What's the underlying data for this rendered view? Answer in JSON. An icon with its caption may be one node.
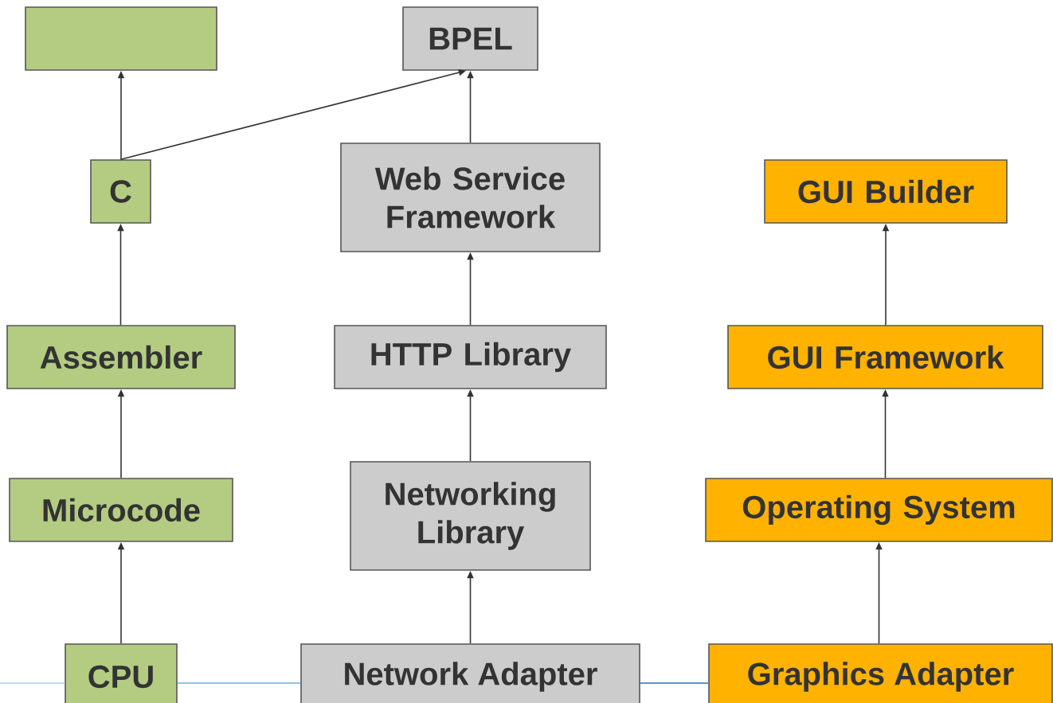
{
  "diagram": {
    "nodes": [
      {
        "text": [],
        "shape": "box"
      },
      {
        "text": [
          "BPEL"
        ]
      },
      {
        "text": [
          "C"
        ]
      },
      {
        "text": [
          "Web Service Framework"
        ]
      },
      {
        "text": [
          "GUI Builder"
        ]
      },
      {
        "text": [
          "Assembler"
        ]
      },
      {
        "text": [
          "HTTP Library"
        ]
      },
      {
        "text": [
          "GUI Framework"
        ]
      },
      {
        "text": [
          "Microcode"
        ]
      },
      {
        "text": [
          "Networking Library"
        ]
      },
      {
        "text": [
          "Operating System"
        ]
      },
      {
        "text": [
          "CPU"
        ]
      },
      {
        "text": [
          "Network Adapter"
        ]
      },
      {
        "text": [
          "Graphics Adapter"
        ]
      }
    ],
    "edges": [
      {
        "from": 2,
        "to": 0,
        "arrow": "to"
      },
      {
        "from": 2,
        "to": 1,
        "arrow": "to"
      },
      {
        "from": 3,
        "to": 1,
        "arrow": "to"
      },
      {
        "from": 5,
        "to": 2,
        "arrow": "to"
      },
      {
        "from": 6,
        "to": 3,
        "arrow": "to"
      },
      {
        "from": 7,
        "to": 4,
        "arrow": "to"
      },
      {
        "from": 8,
        "to": 5,
        "arrow": "to"
      },
      {
        "from": 9,
        "to": 6,
        "arrow": "to"
      },
      {
        "from": 10,
        "to": 7,
        "arrow": "to"
      },
      {
        "from": 11,
        "to": 8,
        "arrow": "to"
      },
      {
        "from": 12,
        "to": 9,
        "arrow": "to"
      },
      {
        "from": 13,
        "to": 10,
        "arrow": "to"
      },
      {
        "from": null,
        "to": 11,
        "arrow": "none",
        "color": "#a9d3f0"
      },
      {
        "from": 11,
        "to": 12,
        "arrow": "none",
        "color": "#6aaee0"
      },
      {
        "from": 12,
        "to": 13,
        "arrow": "none",
        "color": "#2a72b8"
      }
    ]
  }
}
